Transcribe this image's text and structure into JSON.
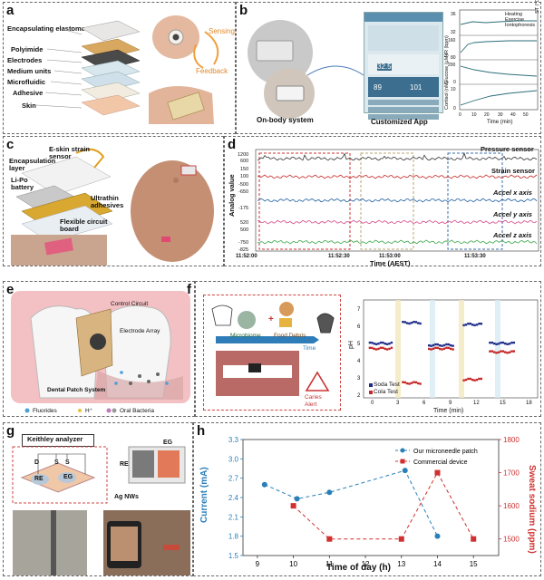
{
  "panel_a": {
    "label": "a",
    "layers": [
      "Encapsulating elastomer",
      "Polyimide",
      "Electrodes",
      "Medium units",
      "Microfluidic",
      "Adhesive",
      "Skin"
    ],
    "sensing": "Sensing",
    "feedback": "Feedback"
  },
  "panel_b": {
    "label": "b",
    "on_body": "On-body system",
    "app": "Customized App",
    "app_values": [
      "32.5",
      "89",
      "101"
    ],
    "legend": [
      "Heating",
      "Exercise",
      "Iontophoresis"
    ],
    "ylabels": [
      "ST (°C)",
      "HR (bpm)",
      "Glucose (µM)",
      "Cortisol (nM)"
    ],
    "xlabel": "Time (min)",
    "xticks": [
      "0",
      "10",
      "20",
      "30",
      "40",
      "50"
    ],
    "yticks": [
      [
        "36",
        "34",
        "32"
      ],
      [
        "160",
        "120",
        "80"
      ],
      [
        "200",
        "100",
        "0"
      ],
      [
        "10",
        "5",
        "0"
      ]
    ]
  },
  "panel_c": {
    "label": "c",
    "parts": [
      "E-skin strain sensor",
      "Encapsulation layer",
      "Li-Po battery",
      "Flexible circuit board",
      "Ultrathin adhesives"
    ]
  },
  "panel_d": {
    "label": "d",
    "ylabel": "Analog value",
    "xlabel": "Time (AEST)",
    "yticks": [
      "1200",
      "600",
      "150",
      "100",
      "-500",
      "-650",
      "-175",
      "520",
      "500",
      "-750",
      "-825"
    ],
    "xticks": [
      "11:52:00",
      "11:52:30",
      "11:53:00",
      "11:53:30"
    ],
    "traces": [
      "Pressure sensor",
      "Strain sensor",
      "Accel x axis",
      "Accel y axis",
      "Accel z axis"
    ],
    "trace_colors": [
      "#333333",
      "#c62828",
      "#1f5fa0",
      "#d64a8a",
      "#3aa84a"
    ]
  },
  "panel_e": {
    "label": "e",
    "control": "Control Circuit",
    "electrode": "Electrode Array",
    "system": "Dental Patch System",
    "legend": [
      "Fluorides",
      "H⁺",
      "Oral Bacteria"
    ]
  },
  "panel_f": {
    "label": "f",
    "microbiome": "Microbiome",
    "plus": "+",
    "food": "Food Debris",
    "time": "Time",
    "alert": "Caries Alert",
    "ylabel": "pH",
    "xlabel": "Time (min)",
    "yticks": [
      "7",
      "6",
      "5",
      "4",
      "3",
      "2"
    ],
    "xticks": [
      "0",
      "3",
      "6",
      "9",
      "12",
      "15",
      "18"
    ],
    "legend": [
      "Soda Test",
      "Cola Test"
    ]
  },
  "panel_g": {
    "label": "g",
    "keithley": "Keithley analyzer",
    "terminals": [
      "D",
      "S",
      "S"
    ],
    "re": "RE",
    "eg": "EG",
    "ag": "Ag NWs"
  },
  "chart_data": {
    "type": "line",
    "x": [
      9.2,
      10.1,
      11.0,
      13.1,
      14.0,
      15.0
    ],
    "xlabel": "Time of day (h)",
    "ylabel": "Current (mA)",
    "y2label": "Sweat sodium (ppm)",
    "xlim": [
      8.6,
      15.7
    ],
    "ylim": [
      1.5,
      3.3
    ],
    "y2lim": [
      1450,
      1800
    ],
    "xticks": [
      "9",
      "10",
      "11",
      "12",
      "13",
      "14",
      "15"
    ],
    "yticks": [
      "3.3",
      "3.0",
      "2.7",
      "2.4",
      "2.1",
      "1.8",
      "1.5"
    ],
    "y2ticks": [
      "1800",
      "1700",
      "1600",
      "1500"
    ],
    "series": [
      {
        "name": "Our microneedle patch",
        "x": [
          9.2,
          10.1,
          11.0,
          13.1,
          14.0
        ],
        "values": [
          2.6,
          2.38,
          2.48,
          2.82,
          1.8
        ],
        "color": "#2a7fb8"
      },
      {
        "name": "Commercial device",
        "x": [
          10.0,
          11.0,
          13.0,
          14.0,
          15.0
        ],
        "values": [
          1600,
          1500,
          1500,
          1700,
          1500
        ],
        "color": "#d03030"
      }
    ]
  },
  "panel_h": {
    "label": "h"
  }
}
